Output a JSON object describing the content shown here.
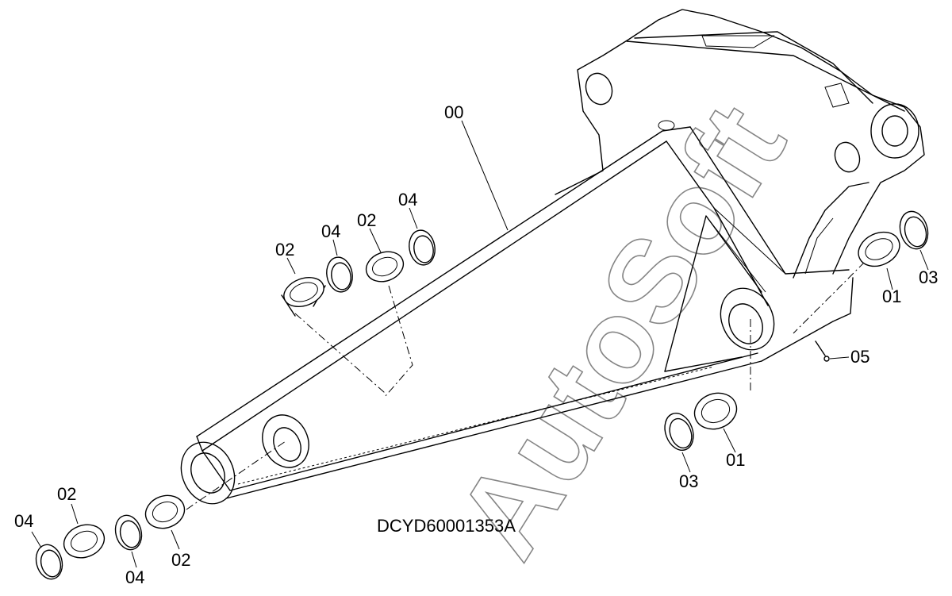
{
  "drawing_code": "DCYD60001353A",
  "watermark": "AutoSoft",
  "callouts": {
    "c00": "00",
    "c01a": "01",
    "c01b": "01",
    "c02a": "02",
    "c02b": "02",
    "c02c": "02",
    "c02d": "02",
    "c03a": "03",
    "c03b": "03",
    "c04a": "04",
    "c04b": "04",
    "c04c": "04",
    "c04d": "04",
    "c05": "05"
  }
}
